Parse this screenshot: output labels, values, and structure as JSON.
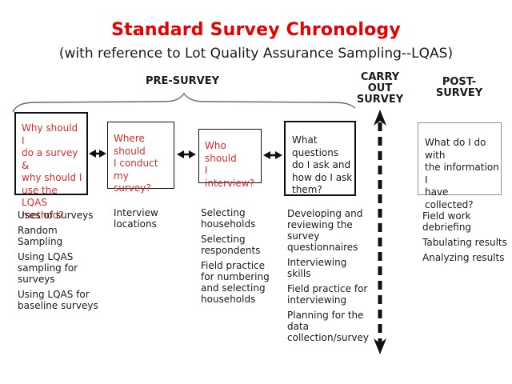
{
  "title": "Standard Survey Chronology",
  "subtitle": "(with reference to Lot Quality Assurance Sampling--LQAS)",
  "sections": {
    "pre": "PRE-SURVEY",
    "carry": "CARRY\nOUT\nSURVEY",
    "post": "POST-\nSURVEY"
  },
  "boxes": [
    {
      "id": "why-survey",
      "text": "Why should I\ndo a survey &\nwhy should I\nuse the LQAS\nmethod?"
    },
    {
      "id": "where-survey",
      "text": "Where should\nI conduct my\nsurvey?"
    },
    {
      "id": "who-interview",
      "text": "Who should\nI interview?"
    },
    {
      "id": "what-questions",
      "text": "What questions\ndo I ask and\nhow do I ask\nthem?"
    },
    {
      "id": "what-info",
      "text": "What do I do with\nthe information I\nhave collected?"
    }
  ],
  "lists": [
    {
      "items": [
        "Uses of surveys",
        "Random Sampling",
        "Using LQAS\nsampling for\nsurveys",
        "Using LQAS for\nbaseline surveys"
      ]
    },
    {
      "items": [
        "Interview\nlocations"
      ]
    },
    {
      "items": [
        "Selecting\nhouseholds",
        "Selecting\nrespondents",
        "Field practice\nfor numbering\nand selecting\nhouseholds"
      ]
    },
    {
      "items": [
        "Developing and\nreviewing the\nsurvey\nquestionnaires",
        "Interviewing skills",
        "Field practice for\ninterviewing",
        "Planning for the\ndata\ncollection/survey"
      ]
    },
    {
      "items": [
        "Field work\ndebriefing",
        "Tabulating results",
        "Analyzing results"
      ]
    }
  ],
  "icons": {
    "brace": "pre-survey-brace",
    "double_arrow": "double-headed-arrow",
    "timeline": "dashed-vertical-double-arrow"
  },
  "colors": {
    "title_red": "#e60000",
    "box_text_red": "#e02b2b",
    "box_border_black": "#111111",
    "box_border_gray": "#909090",
    "brace_gray": "#666666",
    "text_black": "#1a1a1a",
    "background": "#ffffff"
  }
}
